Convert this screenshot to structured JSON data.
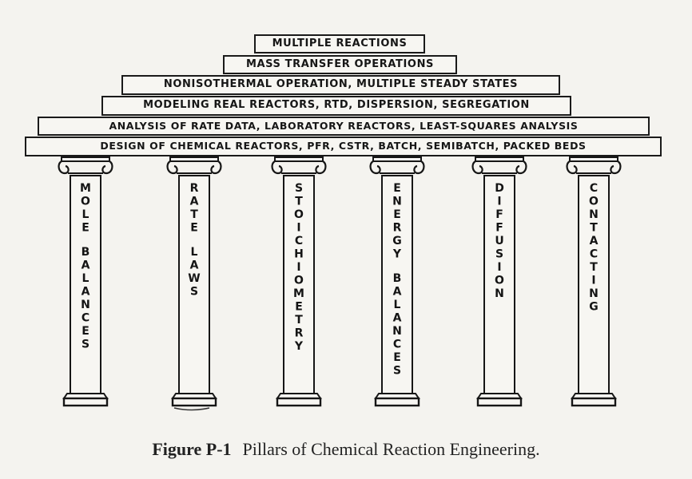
{
  "tiers": [
    "MULTIPLE REACTIONS",
    "MASS TRANSFER OPERATIONS",
    "NONISOTHERMAL OPERATION, MULTIPLE STEADY STATES",
    "MODELING REAL REACTORS, RTD, DISPERSION, SEGREGATION",
    "ANALYSIS OF RATE DATA, LABORATORY REACTORS, LEAST-SQUARES ANALYSIS",
    "DESIGN OF CHEMICAL REACTORS, PFR, CSTR, BATCH, SEMIBATCH, PACKED BEDS"
  ],
  "pillars": [
    [
      "MOLE",
      "BALANCES"
    ],
    [
      "RATE",
      "LAWS"
    ],
    [
      "STOICHIOMETRY"
    ],
    [
      "ENERGY",
      "BALANCES"
    ],
    [
      "DIFFUSION"
    ],
    [
      "CONTACTING"
    ]
  ],
  "caption": {
    "figure_label": "Figure P-1",
    "text": "Pillars of Chemical Reaction Engineering."
  }
}
